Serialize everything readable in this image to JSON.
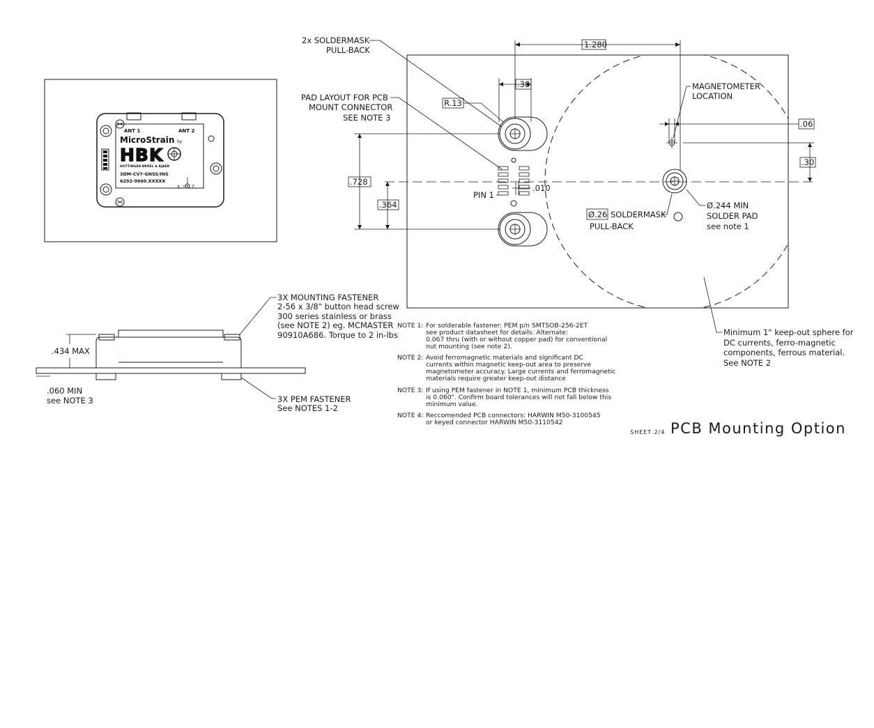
{
  "callouts": {
    "soldermask_pullback": [
      "2x SOLDERMASK",
      "PULL-BACK"
    ],
    "pad_layout": [
      "PAD LAYOUT FOR PCB",
      "MOUNT CONNECTOR",
      "SEE NOTE 3"
    ],
    "magnetometer": [
      "MAGNETOMETER",
      "LOCATION"
    ],
    "pin1": "PIN 1",
    "soldermask2_dia": "Ø.26",
    "soldermask2_text": "SOLDERMASK",
    "soldermask2_line2": "PULL-BACK",
    "solder_pad": [
      "Ø.244 MIN",
      "SOLDER PAD",
      "see note 1"
    ],
    "keepout": [
      "Minimum 1\" keep-out sphere for",
      "DC currents, ferro-magnetic",
      "components, ferrous material.",
      "See NOTE 2"
    ],
    "mounting_fastener": [
      "3X MOUNTING FASTENER",
      "2-56 x 3/8\" button head screw",
      "300 series stainless or brass",
      "(see NOTE 2) eg. MCMASTER",
      "90910A686. Torque to 2 in-lbs"
    ],
    "pem_fastener": [
      "3X PEM FASTENER",
      "See NOTES 1-2"
    ],
    "max_height": ".434 MAX",
    "min_thickness": [
      ".060 MIN",
      "see NOTE 3"
    ]
  },
  "dimensions": {
    "d1280": "1.280",
    "d38": ".38",
    "r13": "R.13",
    "d06": ".06",
    "d30": ".30",
    "d728": ".728",
    "d364": ".364",
    "d010": ".010"
  },
  "device": {
    "ant1": "ANT 1",
    "ant2": "ANT 2",
    "brand": "MicroStrain",
    "by": "by",
    "logo": "HBK",
    "maker": "HOTTINGER BRÜEL & KJAER",
    "model": "3DM-CV7-GNSS/INS",
    "part": "6292-9960.XXXXX",
    "axis_x": "X",
    "axis_z": "Z"
  },
  "notes": [
    {
      "label": "NOTE 1:",
      "lines": [
        "For solderable fastener: PEM p/n SMTSOB-256-2ET",
        "see product datasheet for details. Alternate:",
        "0.067 thru (with or without copper pad) for conventional",
        "nut mounting (see note 2)."
      ]
    },
    {
      "label": "NOTE 2:",
      "lines": [
        "Avoid ferromagnetic materials and significant DC",
        "currents within magnetic keep-out area to preserve",
        "magnetometer accuracy. Large currents and ferromagnetic",
        "materials require greater keep-out distance"
      ]
    },
    {
      "label": "NOTE 3:",
      "lines": [
        "If using PEM fastener in NOTE 1, minimum PCB thickness",
        "is 0.060\". Confirm board tolerances will not fall below this",
        "minimum value."
      ]
    },
    {
      "label": "NOTE 4:",
      "lines": [
        "Reccomended PCB connectors: HARWIN M50-3100545",
        "or keyed connector HARWIN M50-3110542"
      ]
    }
  ],
  "sheet": "SHEET 2/4",
  "title": "PCB Mounting Option"
}
